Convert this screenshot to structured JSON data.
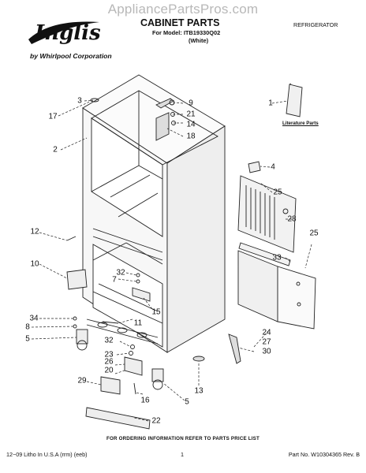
{
  "watermark": "AppliancePartsPros.com",
  "brand": {
    "sub": "by Whirlpool Corporation"
  },
  "header": {
    "title": "CABINET PARTS",
    "model": "For Model: ITB19330Q02",
    "color": "(White)",
    "category": "REFRIGERATOR"
  },
  "literature_label": "Literature Parts",
  "footer": {
    "order_note": "FOR ORDERING INFORMATION REFER TO PARTS PRICE LIST",
    "litho": "12−09 Litho In U.S.A (rrm) (eeb)",
    "page": "1",
    "part_no": "Part No. W10304365 Rev. B"
  },
  "callouts": {
    "c1": "1",
    "c2": "2",
    "c3": "3",
    "c4": "4",
    "c5a": "5",
    "c5b": "5",
    "c7": "7",
    "c8": "8",
    "c9": "9",
    "c10": "10",
    "c11": "11",
    "c12": "12",
    "c13": "13",
    "c14": "14",
    "c15": "15",
    "c16": "16",
    "c17": "17",
    "c18": "18",
    "c20": "20",
    "c21": "21",
    "c22": "22",
    "c23": "23",
    "c24": "24",
    "c25a": "25",
    "c25b": "25",
    "c26": "26",
    "c27": "27",
    "c28": "28",
    "c29": "29",
    "c30": "30",
    "c32a": "32",
    "c32b": "32",
    "c33": "33",
    "c34": "34"
  }
}
